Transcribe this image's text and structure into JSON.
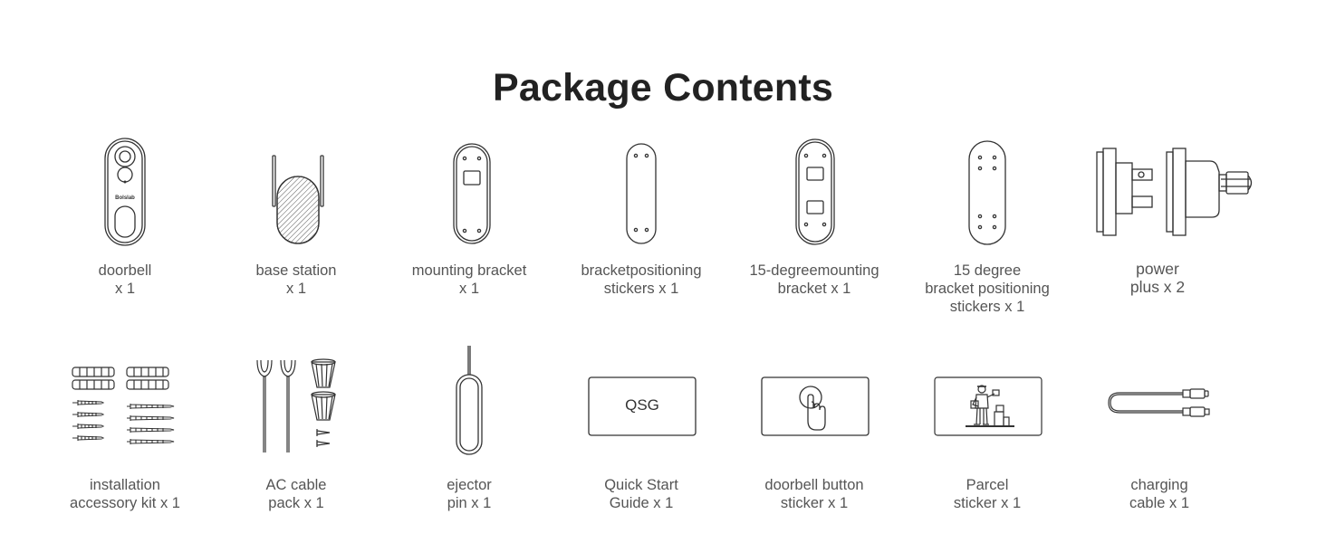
{
  "page_title": "Package Contents",
  "colors": {
    "title": "#222222",
    "label": "#555555",
    "line_art": "#333333"
  },
  "items_row1": [
    {
      "name": "doorbell",
      "icon": "doorbell-icon",
      "lines": [
        "doorbell",
        "x 1"
      ]
    },
    {
      "name": "base-station",
      "icon": "base-station-icon",
      "lines": [
        "base station",
        "x 1"
      ]
    },
    {
      "name": "mounting-bracket",
      "icon": "mounting-bracket-icon",
      "lines": [
        "mounting bracket",
        "x 1"
      ]
    },
    {
      "name": "bracket-positioning-stickers",
      "icon": "positioning-sticker-icon",
      "lines": [
        "bracketpositioning",
        "stickers x 1"
      ]
    },
    {
      "name": "15-degree-mounting-bracket",
      "icon": "angled-bracket-icon",
      "lines": [
        "15-degreemounting",
        "bracket x 1"
      ]
    },
    {
      "name": "15-degree-positioning-stickers",
      "icon": "angled-sticker-icon",
      "lines": [
        "15 degree",
        "bracket positioning",
        "stickers x 1"
      ]
    },
    {
      "name": "power-plus",
      "icon": "power-plug-icon",
      "lines": [
        "power",
        "plus x 2"
      ]
    }
  ],
  "items_row2": [
    {
      "name": "installation-accessory-kit",
      "icon": "screws-anchors-icon",
      "lines": [
        "installation",
        "accessory kit x 1"
      ]
    },
    {
      "name": "ac-cable-pack",
      "icon": "cable-connectors-icon",
      "lines": [
        "AC cable",
        "pack x 1"
      ]
    },
    {
      "name": "ejector-pin",
      "icon": "ejector-pin-icon",
      "lines": [
        "ejector",
        "pin x 1"
      ]
    },
    {
      "name": "quick-start-guide",
      "icon": "qsg-card-icon",
      "card_text": "QSG",
      "lines": [
        "Quick Start",
        "Guide x 1"
      ]
    },
    {
      "name": "doorbell-button-sticker",
      "icon": "finger-press-icon",
      "lines": [
        "doorbell button",
        "sticker x 1"
      ]
    },
    {
      "name": "parcel-sticker",
      "icon": "delivery-person-icon",
      "lines": [
        "Parcel",
        "sticker x 1"
      ]
    },
    {
      "name": "charging-cable",
      "icon": "usb-cable-icon",
      "lines": [
        "charging",
        "cable x 1"
      ]
    }
  ],
  "doorbell_logo_text": "Bolslab"
}
